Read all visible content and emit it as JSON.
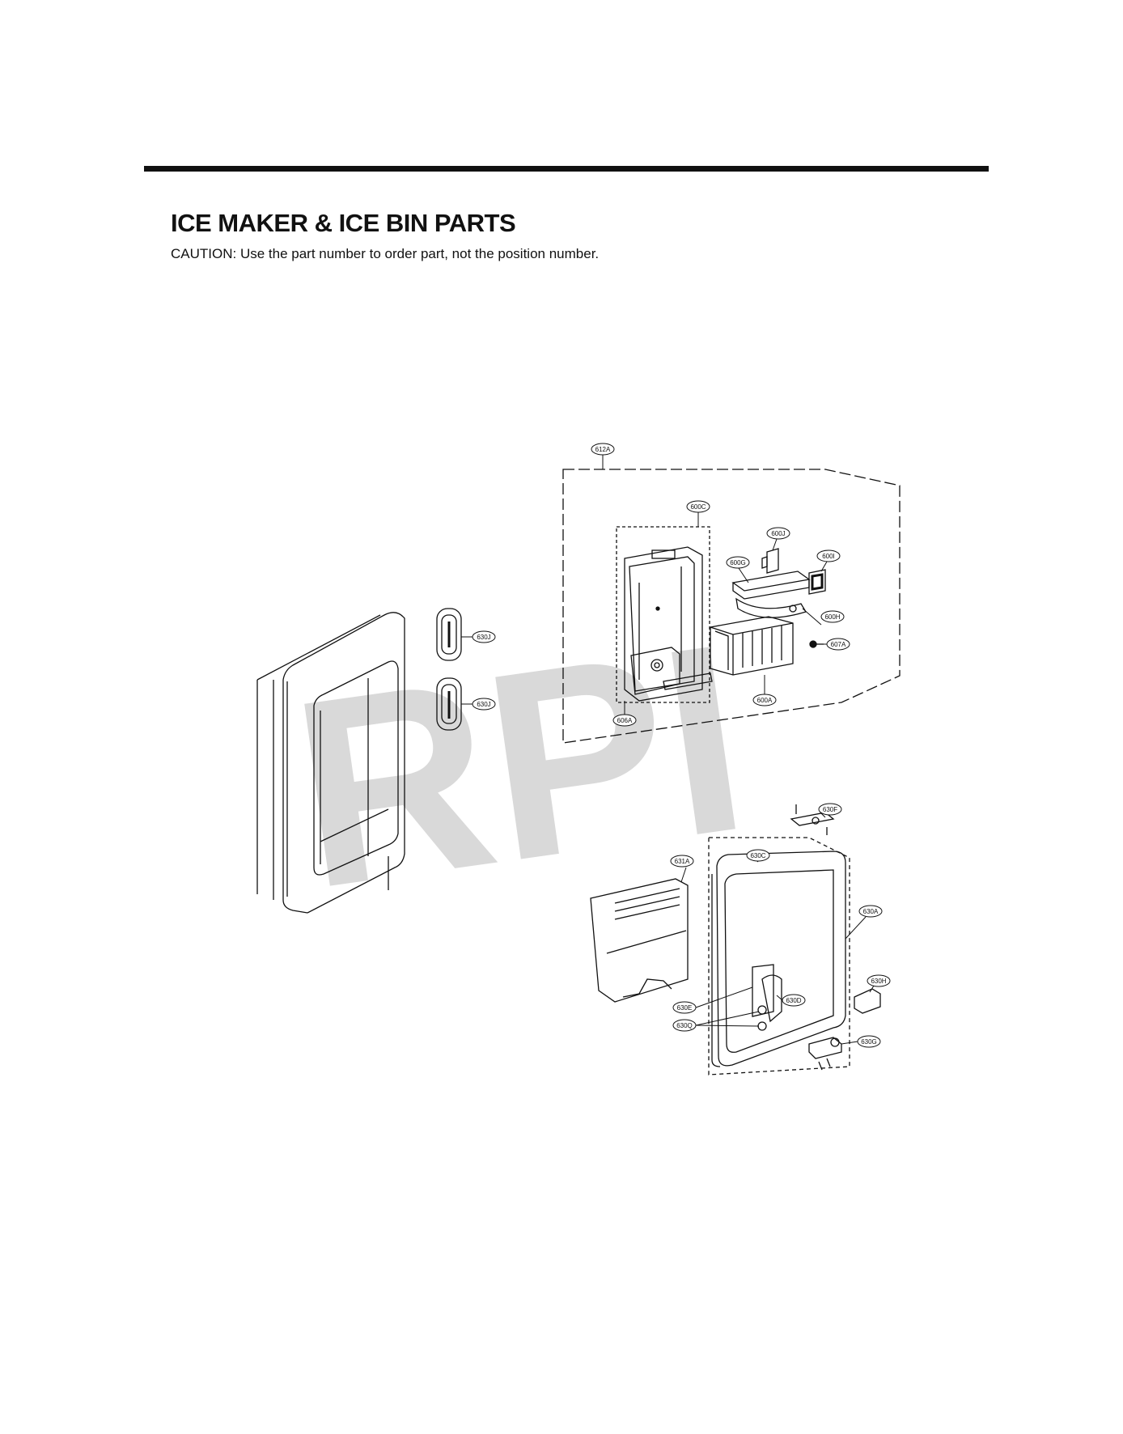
{
  "header": {
    "title": "ICE MAKER & ICE BIN PARTS",
    "caution": "CAUTION: Use the part number to order part, not the position number."
  },
  "watermark": {
    "text": "RPI",
    "color": "#d9d9d9"
  },
  "callouts": {
    "c612A": "612A",
    "c600C": "600C",
    "c600J": "600J",
    "c600G": "600G",
    "c600I": "600I",
    "c600H": "600H",
    "c607A": "607A",
    "c600A": "600A",
    "c606A": "606A",
    "c630J_1": "630J",
    "c630J_2": "630J",
    "c630F": "630F",
    "c631A": "631A",
    "c630C": "630C",
    "c630A": "630A",
    "c630H": "630H",
    "c630E": "630E",
    "c630D": "630D",
    "c630Q": "630Q",
    "c630G": "630G"
  },
  "colors": {
    "line": "#111111",
    "watermark": "#d9d9d9"
  }
}
